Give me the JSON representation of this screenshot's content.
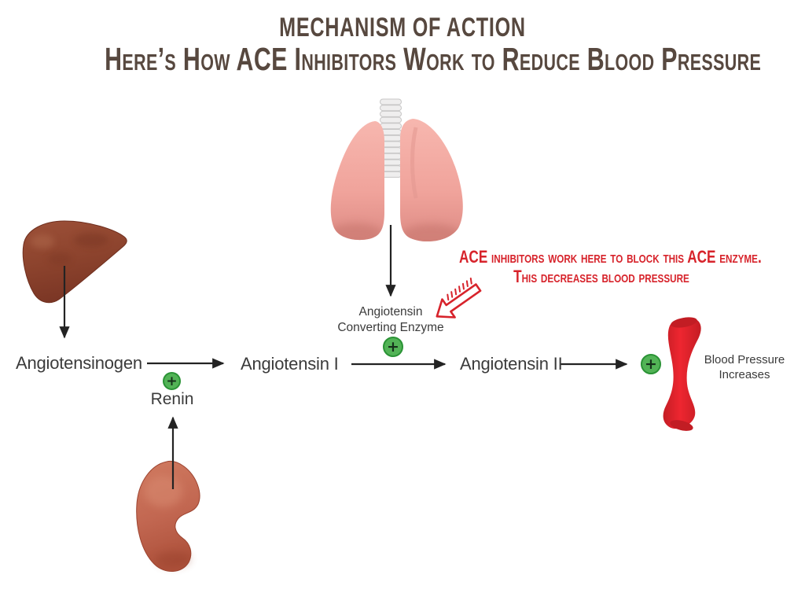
{
  "title": {
    "line1": "MECHANISM OF ACTION",
    "line2": "Here’s How ACE Inhibitors Work to Reduce Blood Pressure"
  },
  "annotation": {
    "line1": "ACE inhibitors work here to block this ACE enzyme.",
    "line2": "This decreases blood pressure"
  },
  "nodes": {
    "angiotensinogen": "Angiotensinogen",
    "renin": "Renin",
    "angiotensin_i": "Angiotensin I",
    "ace_line1": "Angiotensin",
    "ace_line2": "Converting Enzyme",
    "angiotensin_ii": "Angiotensin II",
    "bp_line1": "Blood Pressure",
    "bp_line2": "Increases"
  },
  "symbols": {
    "plus": "+"
  },
  "icons": {
    "liver": "liver-illustration",
    "lungs": "lungs-with-trachea-illustration",
    "kidney": "kidney-illustration",
    "blood_vessel": "blood-vessel-illustration",
    "annotation_arrow": "hand-drawn-arrow-pointing-to-ace"
  },
  "colors": {
    "title_brown": "#57483f",
    "annotation_red": "#d7232b",
    "label_gray": "#3b3b3b",
    "plus_green": "#52b356",
    "plus_green_border": "#2a9335",
    "arrow_black": "#232323",
    "liver_brown": "#8e452f",
    "lung_pink": "#f2a9a1",
    "kidney_terracotta": "#c26751",
    "vessel_red": "#e62129"
  }
}
